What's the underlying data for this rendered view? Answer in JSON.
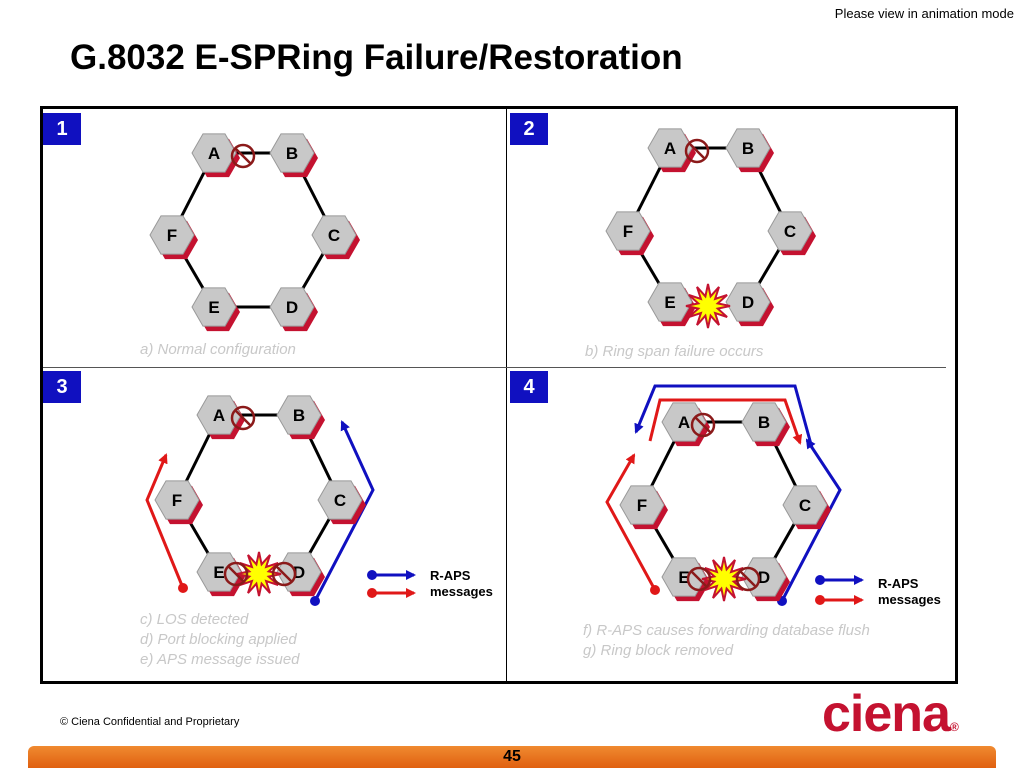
{
  "header": {
    "note": "Please view in animation mode",
    "title": "G.8032 E-SPRing Failure/Restoration"
  },
  "panels": [
    {
      "number": "1",
      "caption": [
        "a)  Normal configuration"
      ]
    },
    {
      "number": "2",
      "caption": [
        "b)  Ring span failure occurs"
      ]
    },
    {
      "number": "3",
      "caption": [
        "c) LOS detected",
        "d) Port blocking applied",
        "e) APS message issued"
      ]
    },
    {
      "number": "4",
      "caption": [
        "f)  R-APS causes forwarding database flush",
        "g) Ring block removed"
      ]
    }
  ],
  "nodes": [
    "A",
    "B",
    "C",
    "D",
    "E",
    "F"
  ],
  "legend": {
    "line1": "R-APS",
    "line2": "messages"
  },
  "colors": {
    "blue": "#1010c0",
    "red": "#e01818",
    "node": "#c8c8c8",
    "nodeShadow": "#c41230",
    "block": "#8b1a1a",
    "burst": "#ffff00",
    "footer": "#f07a20"
  },
  "footer": {
    "copyright": "© Ciena Confidential and Proprietary",
    "page": "45",
    "logo": "ciena"
  }
}
